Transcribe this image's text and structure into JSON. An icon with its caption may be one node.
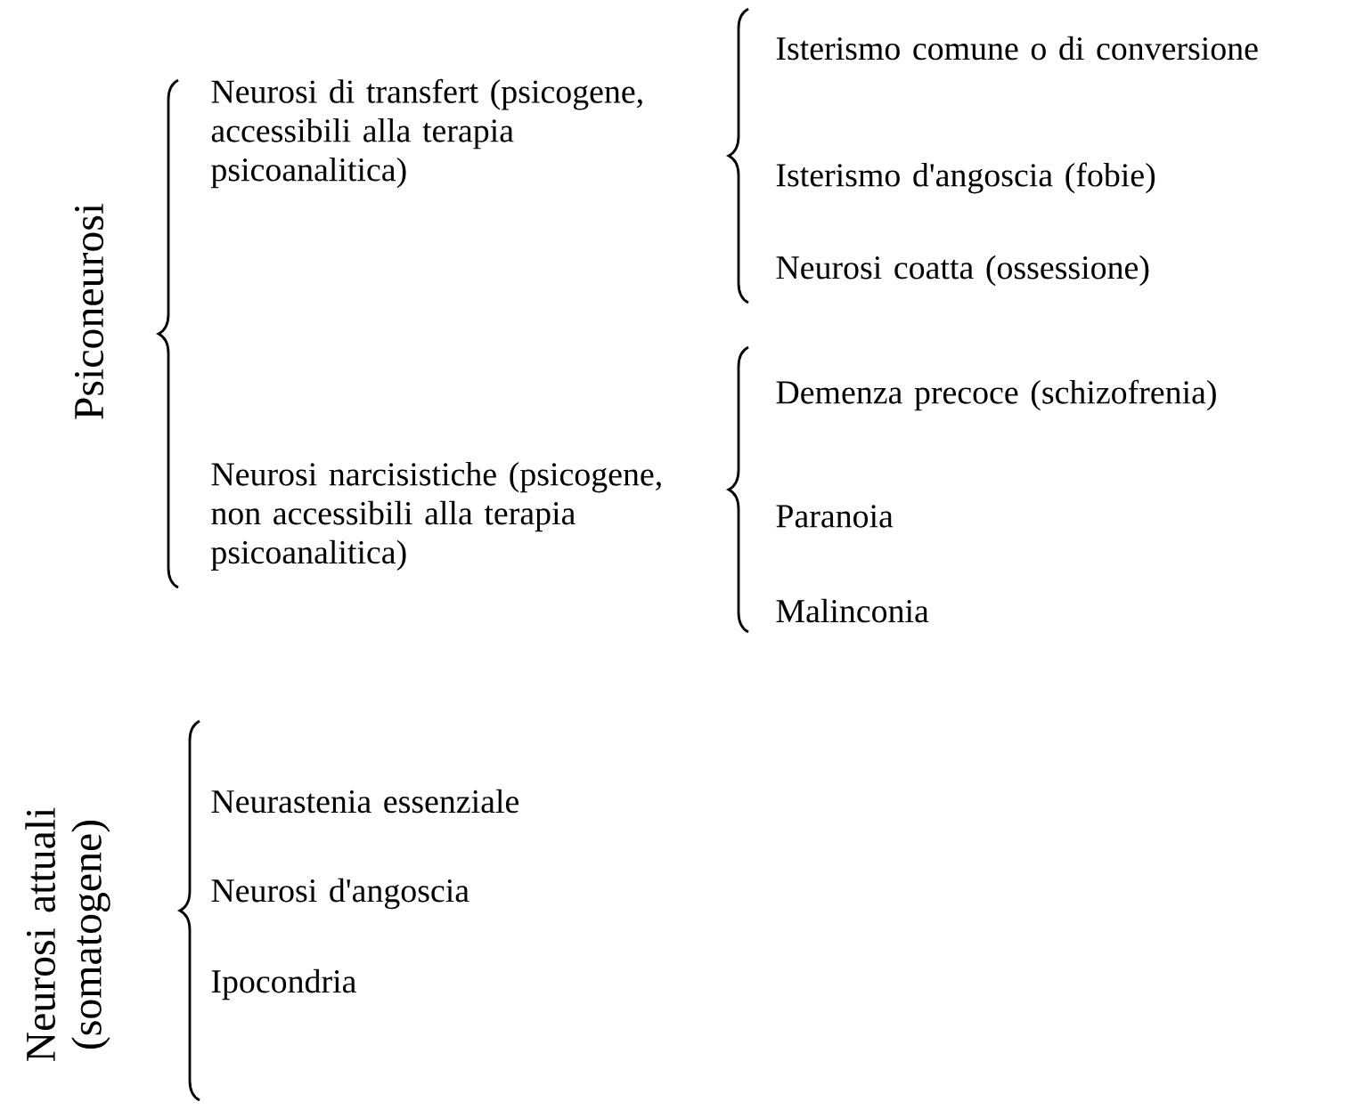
{
  "diagram": {
    "labels": [
      "Psiconeurosi",
      "Neurosi di transfert (psicogene, accessibili alla terapia psicoanalitica)",
      "Isterismo comune o di conversione",
      "Isterismo d'angoscia (fobie)",
      "Neurosi coatta (ossessione)",
      "Neurosi narcisistiche (psicogene, non accessibili alla terapia psicoanalitica)",
      "Demenza precoce (schizofrenia)",
      "Paranoia",
      "Malinconia",
      "Neurosi attuali (somatogene)",
      "Neurastenia essenziale",
      "Neurosi d'angoscia",
      "Ipocondria"
    ]
  }
}
